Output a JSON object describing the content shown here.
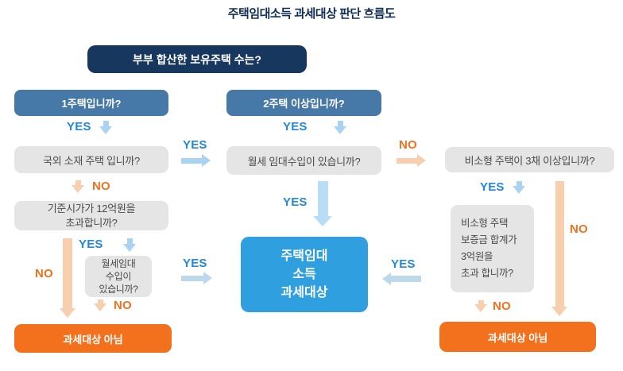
{
  "title": "주택임대소득 과세대상 판단 흐름도",
  "labels": {
    "yes": "YES",
    "no": "NO"
  },
  "nodes": {
    "root": "부부 합산한 보유주택 수는?",
    "one_house": "1주택입니까?",
    "two_plus": "2주택 이상입니까?",
    "overseas": "국외 소재 주택 입니까?",
    "monthly_rent": "월세 임대수입이 있습니까?",
    "nonsmall_count": "비소형 주택이 3채 이상입니까?",
    "price_cap": "기준시가가 12억원을\n초과합니까?",
    "small_monthly_rent": "월세임대\n수입이\n있습니까?",
    "deposit_sum": "비소형 주택\n보증금 합계가\n3억원을\n초과 합니까?",
    "taxable": "주택임대\n소득\n과세대상",
    "not_taxable": "과세대상 아님"
  },
  "colors": {
    "navy": "#17375e",
    "steel_blue": "#4678a8",
    "bright_blue": "#2f9fe0",
    "gray_box": "#e5e5e5",
    "orange": "#f3701d",
    "yes_text": "#2288d8",
    "no_text": "#f3701d",
    "arrow_blue": "#a9d3f1",
    "arrow_orange": "#f8cfae"
  }
}
